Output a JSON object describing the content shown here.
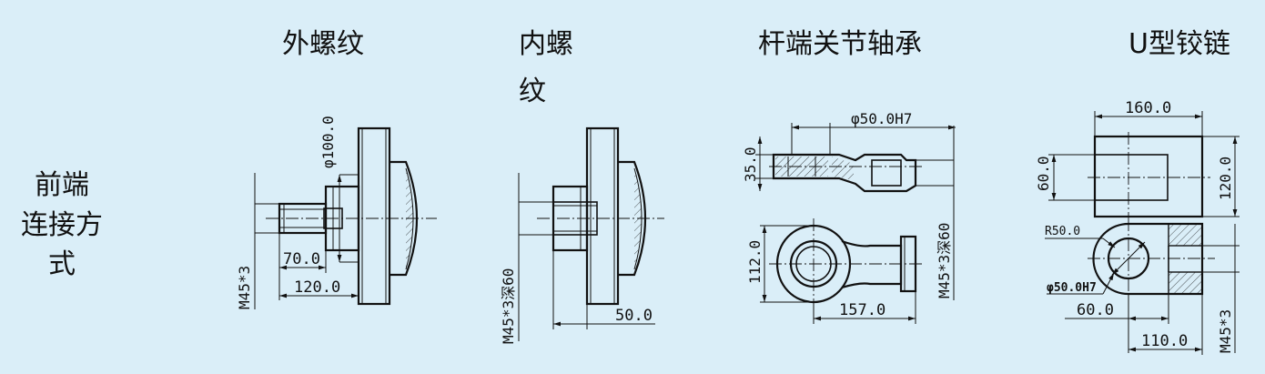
{
  "row_label": {
    "line1": "前端",
    "line2": "连接方式"
  },
  "headers": {
    "external_thread": "外螺纹",
    "internal_thread_line1": "内螺",
    "internal_thread_line2": "纹",
    "rod_end_bearing": "杆端关节轴承",
    "u_hinge": "U型铰链"
  },
  "dims": {
    "ext": {
      "dia": "φ100.0",
      "thread": "M45*3",
      "len70": "70.0",
      "len120": "120.0"
    },
    "int": {
      "thread": "M45*3深60",
      "len50": "50.0"
    },
    "rod": {
      "bore": "φ50.0H7",
      "h35": "35.0",
      "thread": "M45*3深60",
      "h112": "112.0",
      "len157": "157.0"
    },
    "u": {
      "w160": "160.0",
      "h60": "60.0",
      "h120": "120.0",
      "r50": "R50.0",
      "bore": "φ50.0H7",
      "d60": "60.0",
      "d110": "110.0",
      "thread": "M45*3"
    }
  }
}
